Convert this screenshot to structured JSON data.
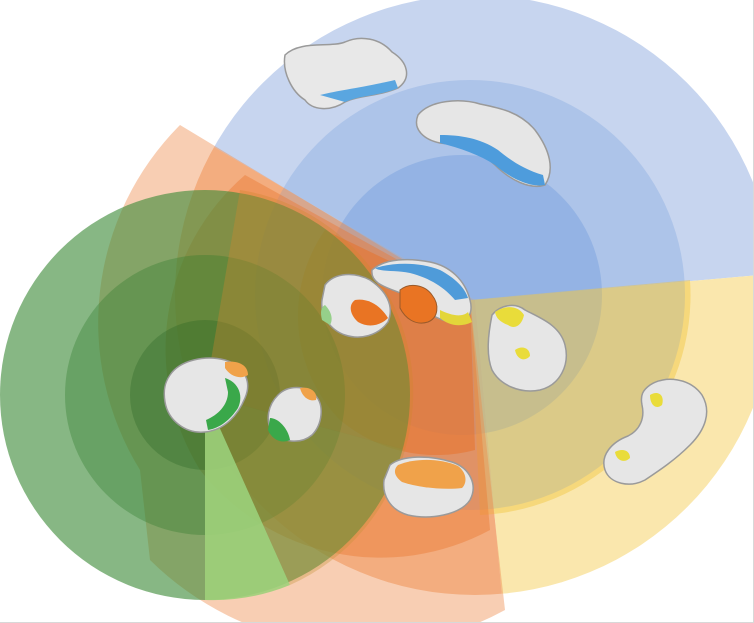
{
  "figure": {
    "groups": [
      {
        "id": "blue",
        "color": "#8eaadf",
        "highlight": "#4f9bd9",
        "structures": 3
      },
      {
        "id": "orange",
        "color": "#ee8a4c",
        "highlight": "#e87a2a",
        "structures": 3
      },
      {
        "id": "yellow",
        "color": "#f3cf5e",
        "highlight": "#e9dc3a",
        "structures": 3
      },
      {
        "id": "green",
        "color": "#3f8a3a",
        "highlight": "#3aa84a",
        "structures": 2
      }
    ],
    "ring_count": 3,
    "protein_surface_color": "#e6e6e6"
  }
}
